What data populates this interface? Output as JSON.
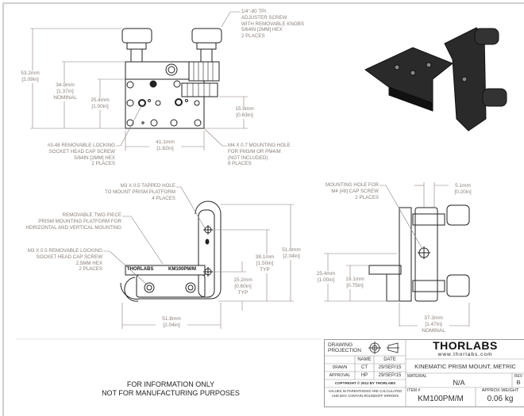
{
  "front_view": {
    "callout_adjuster": "1/4\"-80 TPI\nADJUSTER SCREW\nWITH REMOVABLE KNOBS\n5/64in [2mm] HEX\n2 PLACES",
    "callout_locking_screw": "#3-48 REMOVABLE LOCKING\nSOCKET HEAD CAP SCREW\n5/64in [2mm] HEX\n2 PLACES",
    "callout_mounting_hole": "M4 X 0.7 MOUNTING HOLE\nFOR PM3/M OR PM4/M\n(NOT INCLUDED)\n8 PLACES",
    "dims": {
      "overall_height": "53.2mm\n[2.09in]",
      "nominal_height": "34.9mm\n[1.37in]\nNOMINAL",
      "center_height": "25.4mm\n[1.00in]",
      "right_height": "15.9mm\n[0.63in]",
      "width": "41.1mm\n[1.62in]"
    }
  },
  "top_view": {
    "callout_tapped_hole": "M3 x 0.5 TAPPED HOLE\nTO MOUNT PRISM PLATFORM\n4 PLACES",
    "callout_platform": "REMOVABLE TWO PIECE\nPRISM MOUNTING PLATFORM FOR\nHORIZONTAL AND VERTICAL MOUNTING",
    "callout_locking_screw": "M3 x 0.5 REMOVABLE LOCKING\nSOCKET HEAD CAP SCREW\n2.5mm HEX\n2 PLACES",
    "engraving_brand": "THORLABS",
    "engraving_part": "KM100PM/M",
    "dims": {
      "height": "51.8mm\n[2.04in]",
      "hole_spacing": "38.1mm\n[1.50in]\nTYP",
      "hole_offset": "15.2mm\n[0.60in]\nTYP",
      "width": "51.8mm\n[2.04in]"
    }
  },
  "side_view": {
    "callout_mounting_hole": "MOUNTING HOLE FOR\nM4 [#8] CAP SCREW\n2 PLACES",
    "dims": {
      "offset": "5.1mm\n[0.20in]",
      "height_a": "25.4mm\n[1.00in]",
      "height_b": "19.1mm\n[0.75in]",
      "depth": "37.3mm\n[1.47in]\nNOMINAL"
    }
  },
  "footer_notice": [
    "FOR INFORMATION ONLY",
    "NOT FOR MANUFACTURING PURPOSES"
  ],
  "title_block": {
    "projection_label": "DRAWING\nPROJECTION",
    "brand": "THORLABS",
    "website": "www.thorlabs.com",
    "col_name": "NAME",
    "col_date": "DATE",
    "rows": [
      {
        "role": "DRAWN",
        "name": "CT",
        "date": "29/SEP/15"
      },
      {
        "role": "APPROVAL",
        "name": "HP",
        "date": "29/SEP/15"
      }
    ],
    "copyright": "COPYRIGHT © 2012 BY THORLABS",
    "disclaimer": "VALUES IN PARENTHESIS ARE CALCULATED\nAND MAY CONTAIN ROUNDOFF ERRORS",
    "description": "KINEMATIC PRISM MOUNT, METRIC",
    "material_label": "MATERIAL",
    "material": "N/A",
    "rev_label": "REV",
    "rev": "B",
    "item_label": "ITEM #",
    "item": "KM100PM/M",
    "weight_label": "APPROX WEIGHT",
    "weight": "0.06 kg"
  }
}
